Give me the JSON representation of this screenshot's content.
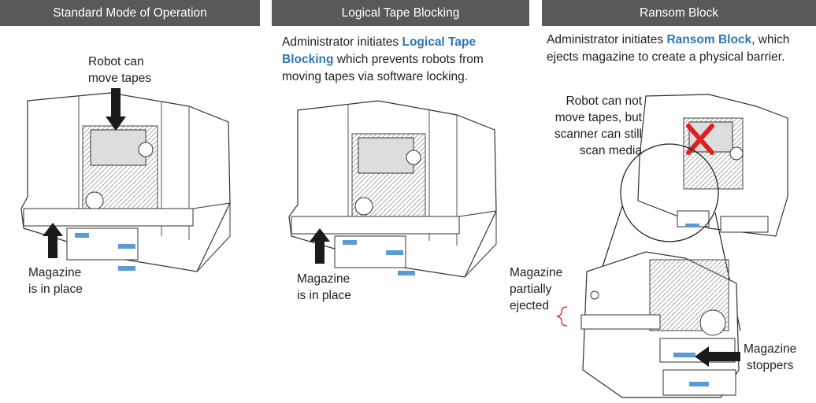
{
  "panels": [
    {
      "title": "Standard Mode of Operation",
      "labels": {
        "robot": [
          "Robot can",
          "move tapes"
        ],
        "magazine": [
          "Magazine",
          "is in place"
        ]
      }
    },
    {
      "title": "Logical Tape Blocking",
      "description": {
        "pre": "Administrator initiates ",
        "highlight": "Logical Tape Blocking",
        "post": " which prevents robots from moving tapes via software locking."
      },
      "labels": {
        "magazine": [
          "Magazine",
          "is in place"
        ]
      }
    },
    {
      "title": "Ransom Block",
      "description": {
        "pre": "Administrator initiates ",
        "highlight": "Ransom Block",
        "post": ", which ejects magazine to create a physical barrier."
      },
      "labels": {
        "robot": [
          "Robot can not",
          "move tapes, but",
          "scanner can still",
          "scan media"
        ],
        "ejected": [
          "Magazine",
          "partially",
          "ejected"
        ],
        "stoppers": [
          "Magazine",
          "stoppers"
        ]
      }
    }
  ],
  "colors": {
    "header_bg": "#595959",
    "highlight": "#2e75b6",
    "red_x": "#e02020",
    "bracket": "#e02020",
    "arrow": "#1a1a1a"
  }
}
